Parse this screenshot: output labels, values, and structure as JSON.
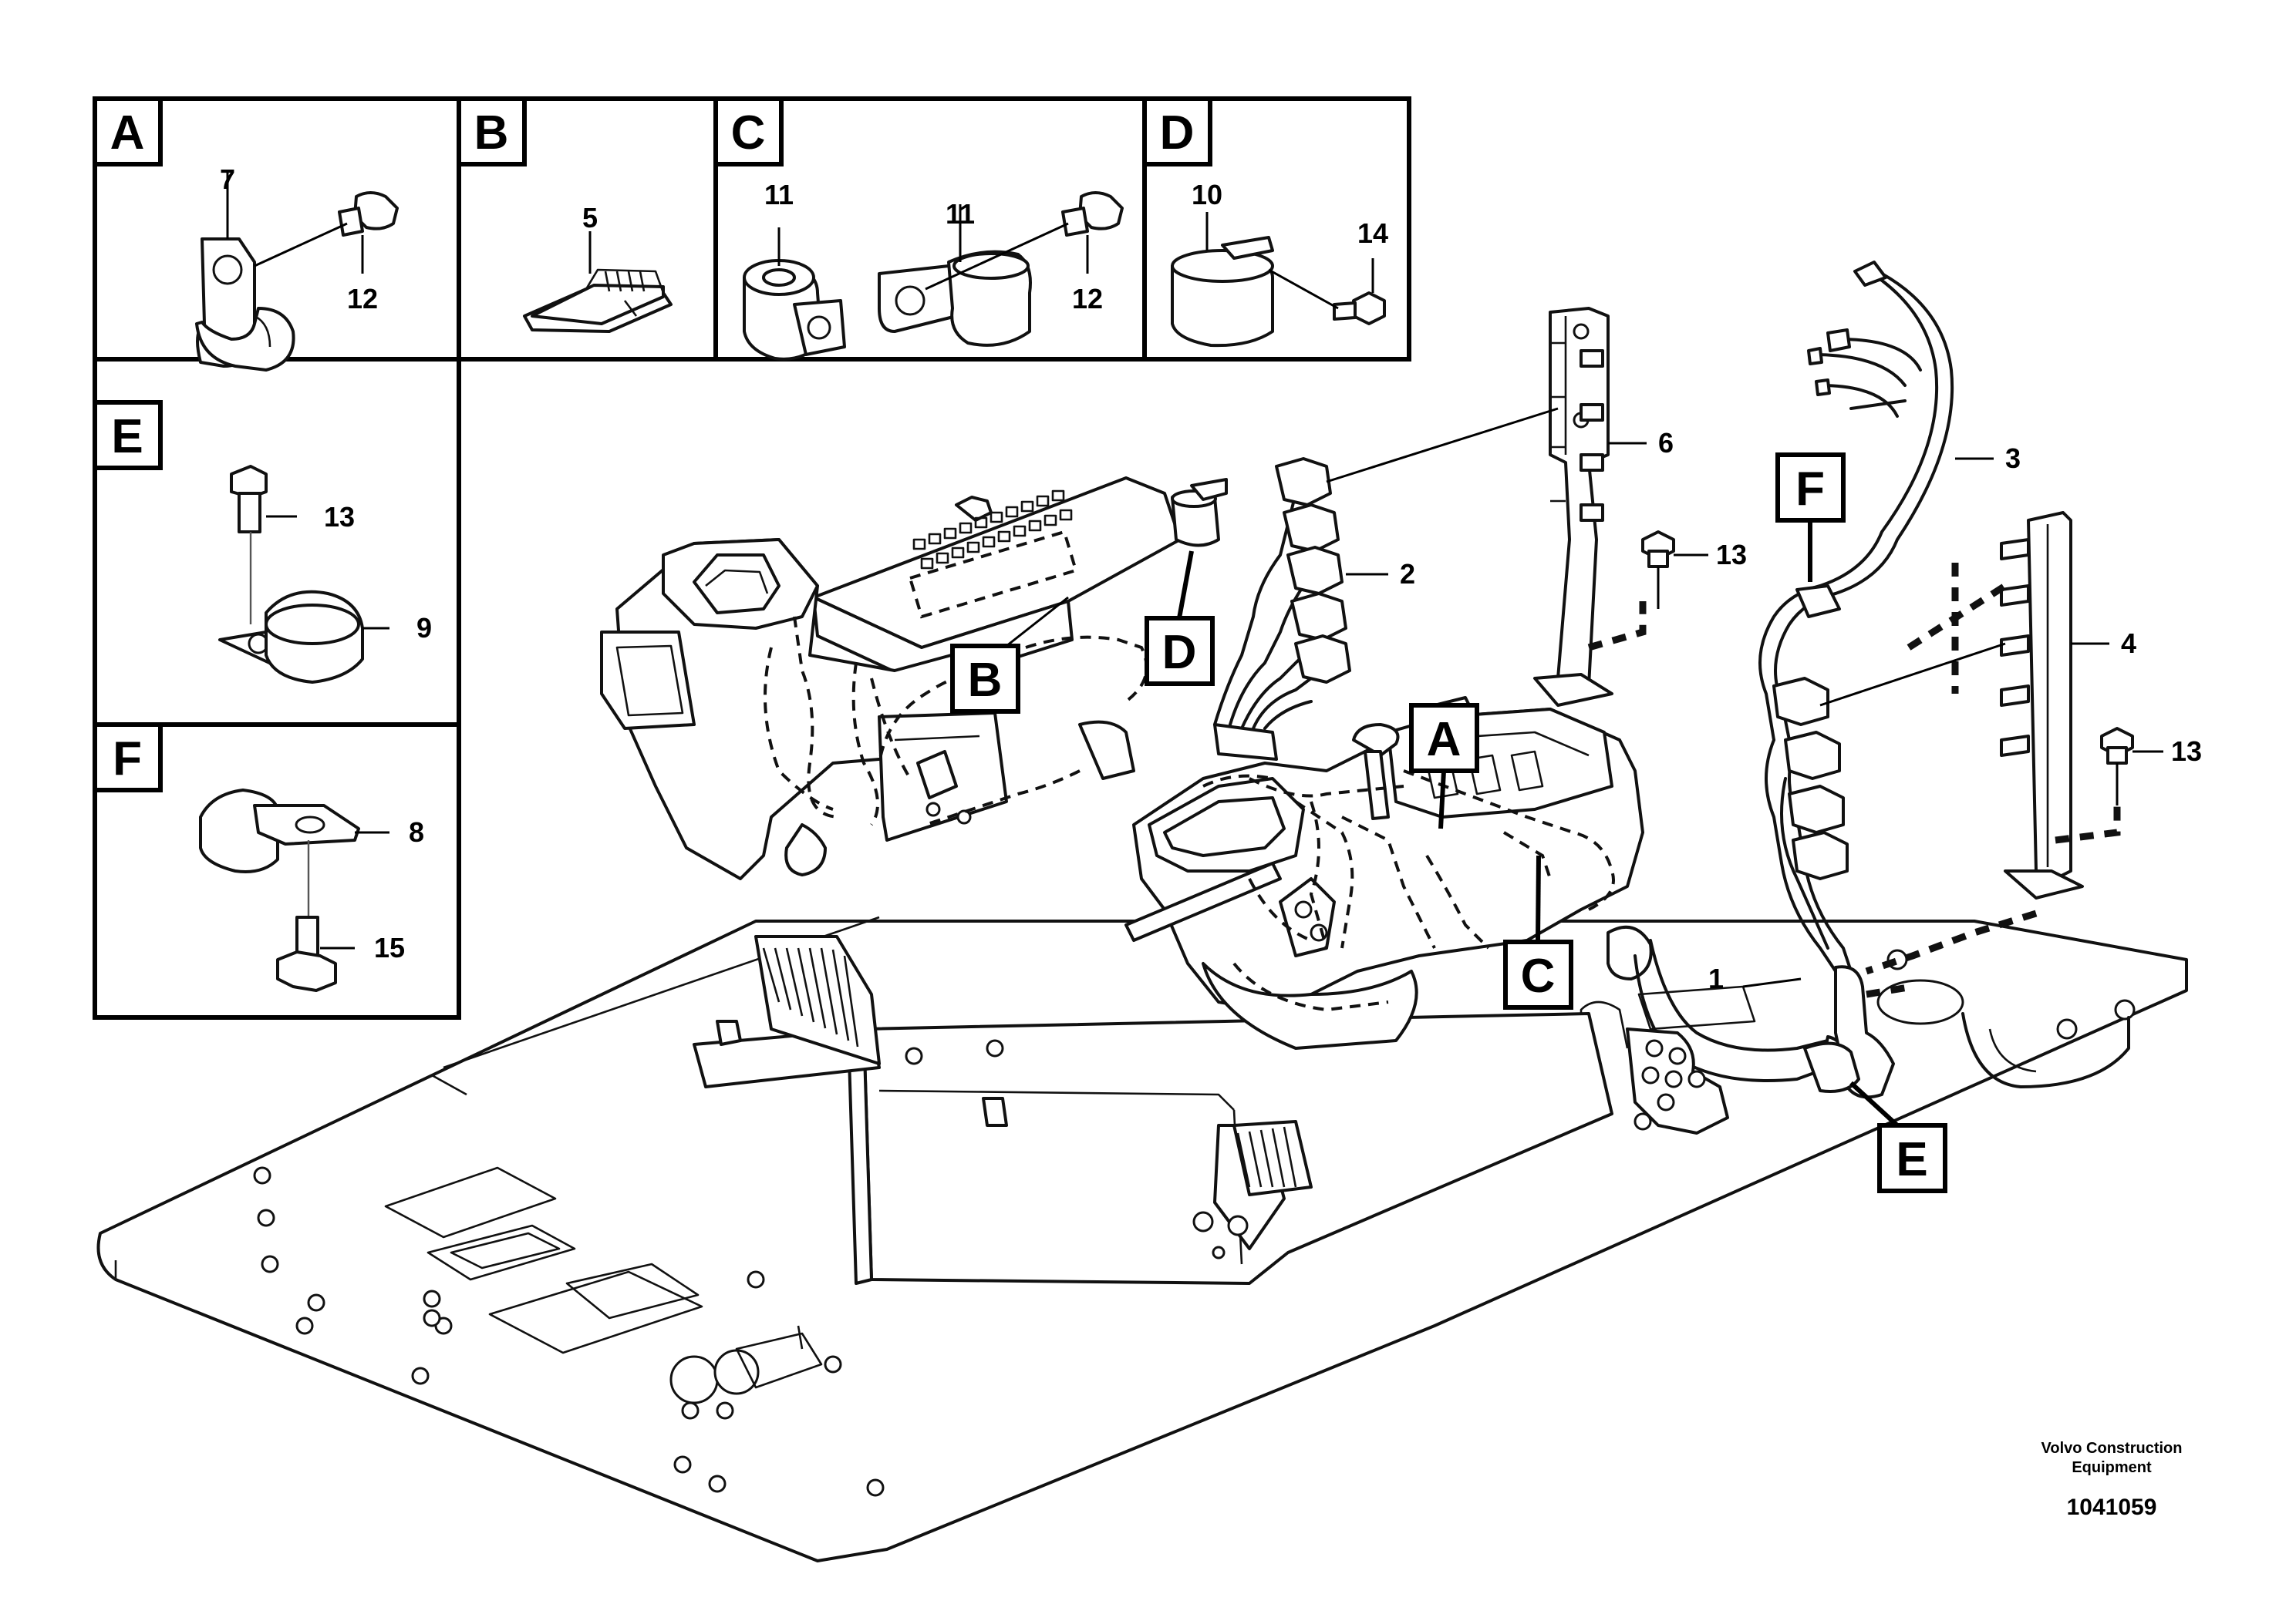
{
  "callouts": {
    "A": "A",
    "B": "B",
    "C": "C",
    "D": "D",
    "E": "E",
    "F": "F"
  },
  "parts": {
    "p1": "1",
    "p2": "2",
    "p3": "3",
    "p4": "4",
    "p5": "5",
    "p6": "6",
    "p7": "7",
    "p8": "8",
    "p9": "9",
    "p10": "10",
    "p11": "11",
    "p12": "12",
    "p13": "13",
    "p14": "14",
    "p15": "15"
  },
  "footer": {
    "brand_line1": "Volvo Construction",
    "brand_line2": "Equipment",
    "doc_number": "1041059"
  },
  "colors": {
    "line": "#111111",
    "background": "#ffffff"
  }
}
